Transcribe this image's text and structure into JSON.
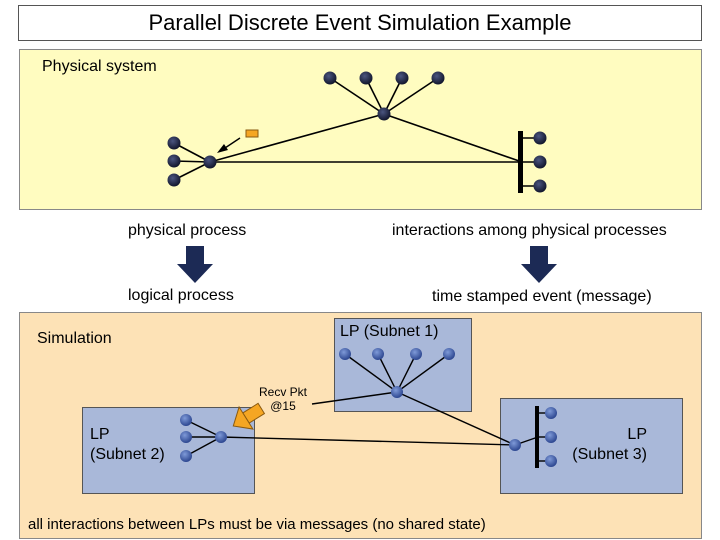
{
  "title": "Parallel Discrete Event Simulation Example",
  "physical_system": {
    "label": "Physical system"
  },
  "mapping": {
    "left_top": "physical process",
    "left_bottom": "logical process",
    "right_top": "interactions among physical processes",
    "right_bottom": "time stamped event (message)"
  },
  "simulation": {
    "label": "Simulation",
    "lp1": "LP (Subnet 1)",
    "lp2_line1": "LP",
    "lp2_line2": "(Subnet 2)",
    "lp3_line1": "LP",
    "lp3_line2": "(Subnet 3)",
    "message_line1": "Recv Pkt",
    "message_line2": "@15",
    "footnote": "all interactions between LPs must be via messages (no shared state)"
  },
  "colors": {
    "physical_bg": "#fffcc0",
    "simulation_bg": "#fde2b6",
    "lp_box": "#a9b8d9",
    "node_dark": "#1a1f3a",
    "node_blue": "#3d5aa8",
    "arrow_dark": "#1c2a55",
    "message_arrow": "#f5a623"
  }
}
